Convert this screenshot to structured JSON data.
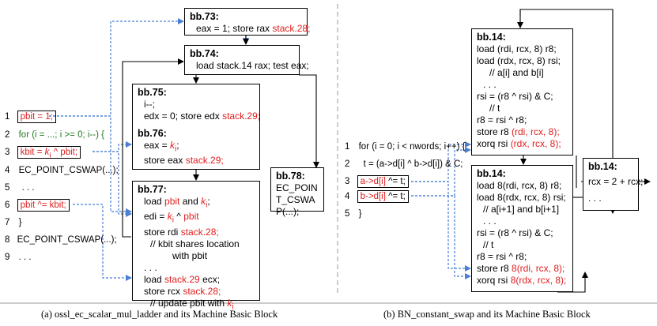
{
  "left": {
    "code": [
      {
        "num": "1",
        "text": "pbit = 1;"
      },
      {
        "num": "2",
        "text": "for (i = ...; i >= 0; i--) {"
      },
      {
        "num": "3",
        "pre": "kbit = ",
        "ki": "k",
        "sub": "i",
        "post": " ^ pbit;"
      },
      {
        "num": "4",
        "text": "EC_POINT_CSWAP(...);"
      },
      {
        "num": "5",
        "text": ". . ."
      },
      {
        "num": "6",
        "text": "pbit ^= kbit;"
      },
      {
        "num": "7",
        "text": "}"
      },
      {
        "num": "8",
        "text": "EC_POINT_CSWAP(...);"
      },
      {
        "num": "9",
        "text": ". . ."
      }
    ],
    "bb73": {
      "title": "bb.73:",
      "line1": "eax = 1; store rax ",
      "line1_red": "stack.28;"
    },
    "bb74": {
      "title": "bb.74:",
      "line1": "load stack.14 rax; test eax;"
    },
    "bb75": {
      "title": "bb.75:",
      "l1": "i--;",
      "l2": "edx = 0; store edx ",
      "l2_red": "stack.29;"
    },
    "bb76": {
      "title": "bb.76:",
      "l1a": "eax = ",
      "k": "k",
      "sub": "i",
      "l1b": ";",
      "l2": "store eax ",
      "l2_red": "stack.29;"
    },
    "bb77": {
      "title": "bb.77:",
      "l1a": "load ",
      "l1b": "pbit",
      "l1c": " and ",
      "k": "k",
      "sub": "i",
      "l1d": ";",
      "l2a": "edi = ",
      "l2b": " ^ ",
      "l2c": "pbit",
      "l3a": "store rdi ",
      "l3b": "stack.28;",
      "l4": "// kbit shares location",
      "l5": "with pbit",
      "l6": ". . .",
      "l7a": "load ",
      "l7b": "stack.29",
      "l7c": " ecx;",
      "l8a": "store rcx ",
      "l8b": "stack.28;",
      "l9": "// update pbit with "
    },
    "bb78": {
      "title": "bb.78:",
      "text": "EC_POINT_CSWAP(...);"
    }
  },
  "right": {
    "code": [
      {
        "num": "1",
        "text": "for (i = 0; i < nwords; i++) {"
      },
      {
        "num": "2",
        "text": "t = (a->d[i] ^ b->d[i]) & C;"
      },
      {
        "num": "3",
        "red": "a->d[i]",
        "text": " ^= t;"
      },
      {
        "num": "4",
        "red": "b->d[i]",
        "text": " ^= t;"
      },
      {
        "num": "5",
        "text": "}"
      }
    ],
    "bb14a": {
      "title": "bb.14:",
      "lines": [
        "load (rdi, rcx, 8) r8;",
        "load (rdx, rcx, 8) rsi;",
        "// a[i] and b[i]",
        ". . .",
        "rsi = (r8 ^ rsi) & C;",
        "// t",
        "r8 = rsi ^ r8;"
      ],
      "store1a": "store r8 ",
      "store1b": "(rdi, rcx, 8);",
      "store2a": "xorq rsi ",
      "store2b": "(rdx, rcx, 8);"
    },
    "bb14b": {
      "title": "bb.14:",
      "lines": [
        "load 8(rdi, rcx, 8) r8;",
        "load 8(rdx, rcx, 8) rsi;",
        "// a[i+1] and b[i+1]",
        ". . .",
        "rsi = (r8 ^ rsi) & C;",
        "// t",
        "r8 = rsi ^ r8;"
      ],
      "store1a": "store r8 ",
      "store1b": "8(rdi, rcx, 8);",
      "store2a": "xorq rsi ",
      "store2b": "8(rdx, rcx, 8);"
    },
    "bb14c": {
      "title": "bb.14:",
      "l1": "rcx = 2 + rcx;",
      "l2": ". . ."
    }
  },
  "captions": {
    "left": "(a) ossl_ec_scalar_mul_ladder and its Machine Basic Block",
    "right": "(b) BN_constant_swap and its Machine Basic Block"
  },
  "colors": {
    "accent_red": "#e02020",
    "link_blue": "#4a7fd4",
    "loop_green": "#1f7a1f"
  }
}
